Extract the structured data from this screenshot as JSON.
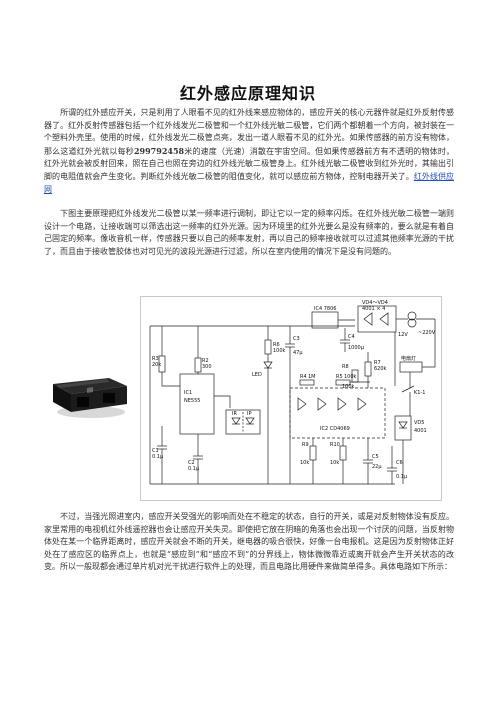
{
  "document": {
    "title": "红外感应原理知识",
    "paragraphs": {
      "p1_before": "所谓的红外感应开关，只是利用了人眼看不见的红外线来感应物体的，感应开关的核心元器件就是红外反射传感器了。红外反射传感器包括一个红外线发光二极管和一个红外线光敏二极管，它们两个都朝着一个方向，被封装在一个塑料外壳里。使用的时候，红外线发光二极管点亮，发出一道人眼看不见的红外光。如果传感器的前方没有物体，那么这道红外光就以每秒",
      "p1_speed": "299792458",
      "p1_after": "米的速度（光速）消散在宇宙空间。但如果传感器前方有不透明的物体时，红外光就会被反射回来，照在自己也照在旁边的红外线光敏二极管身上。红外线光敏二极管收到红外光时，其输出引脚的电阻值就会产生变化。判断红外线光敏二极管的阻值变化，就可以感应前方物体，控制电器开关了。",
      "p1_link": "红外线供应网",
      "p2": "下图主要原理把红外线发光二极管以某一频率进行调制，即让它以一定的频率闪烁。在红外线光敏二极管一端则设计一个电路，让接收端可以筛选出这一频率的红外光源。因为环境里的红外光要么是没有频率的，要么就是有着自己固定的频率。像收音机一样，传感器只要以自己的频率发射，再以自己的频率接收就可以过滤其他频率光源的干扰了，而且由于接收管胶体也对可见光的波段光源进行过滤，所以在室内使用的情况下是没有问题的。",
      "p3": "不过，当强光照进室内，感应开关受强光的影响而处在不稳定的状态，自行的开关，或是对反射物体没有反应。家里常用的电视机红外线遥控器也会让感应开关失灵。即使把它放在阴暗的角落也会出现一个讨厌的问题，当反射物体处在某一个临界距离时，感应开关就会不断的开关，继电器的吸合很快，好像一台电报机。这是因为反射物体正好处在了感应区的临界点上，也就是“感应到”和“感应不到”的分界线上，物体微微靠近或离开就会产生开关状态的改变。所以一般现都会通过单片机对光干扰进行软件上的处理，而且电路比用硬件来做简单得多。具体电路如下所示："
    }
  },
  "circuit": {
    "labels": {
      "vd_bridge": "VD4～VD4",
      "vd_bridge_part": "4001 × 4",
      "ic4": "IC4 7806",
      "c4": "C4",
      "c4_val": "1000μ",
      "v12": "12V",
      "ac220": "~220V",
      "r6": "R6",
      "r6_val": "100k",
      "led": "LED",
      "c3": "C3",
      "c3_val": "47μ",
      "r3": "R3",
      "r3_val": "20k",
      "r2": "R2",
      "r2_val": "300",
      "r4": "R4",
      "r4_val": "1M",
      "r5": "R5",
      "r5_val": "100k",
      "r7": "R7",
      "r7_val": "620k",
      "r8": "R8",
      "r8_val": "100k",
      "r9": "R9",
      "r9_val": "10k",
      "r10": "R10",
      "r10_val": "10k",
      "ic1": "IC1",
      "ic1_part": "NE555",
      "c1": "C1",
      "c1_val": "0.1μ",
      "c2": "C2",
      "c2_val": "0.1μ",
      "c5": "C5",
      "c5_val": "22μ",
      "c6": "C6",
      "c6_val": "0.1μ",
      "ic2": "IC2 CD4069",
      "k1": "K1-1",
      "load": "电扇灯",
      "vd5": "VD5",
      "vd5_part": "4001",
      "ir_tx": "IR",
      "ir_rx": "IP"
    }
  }
}
